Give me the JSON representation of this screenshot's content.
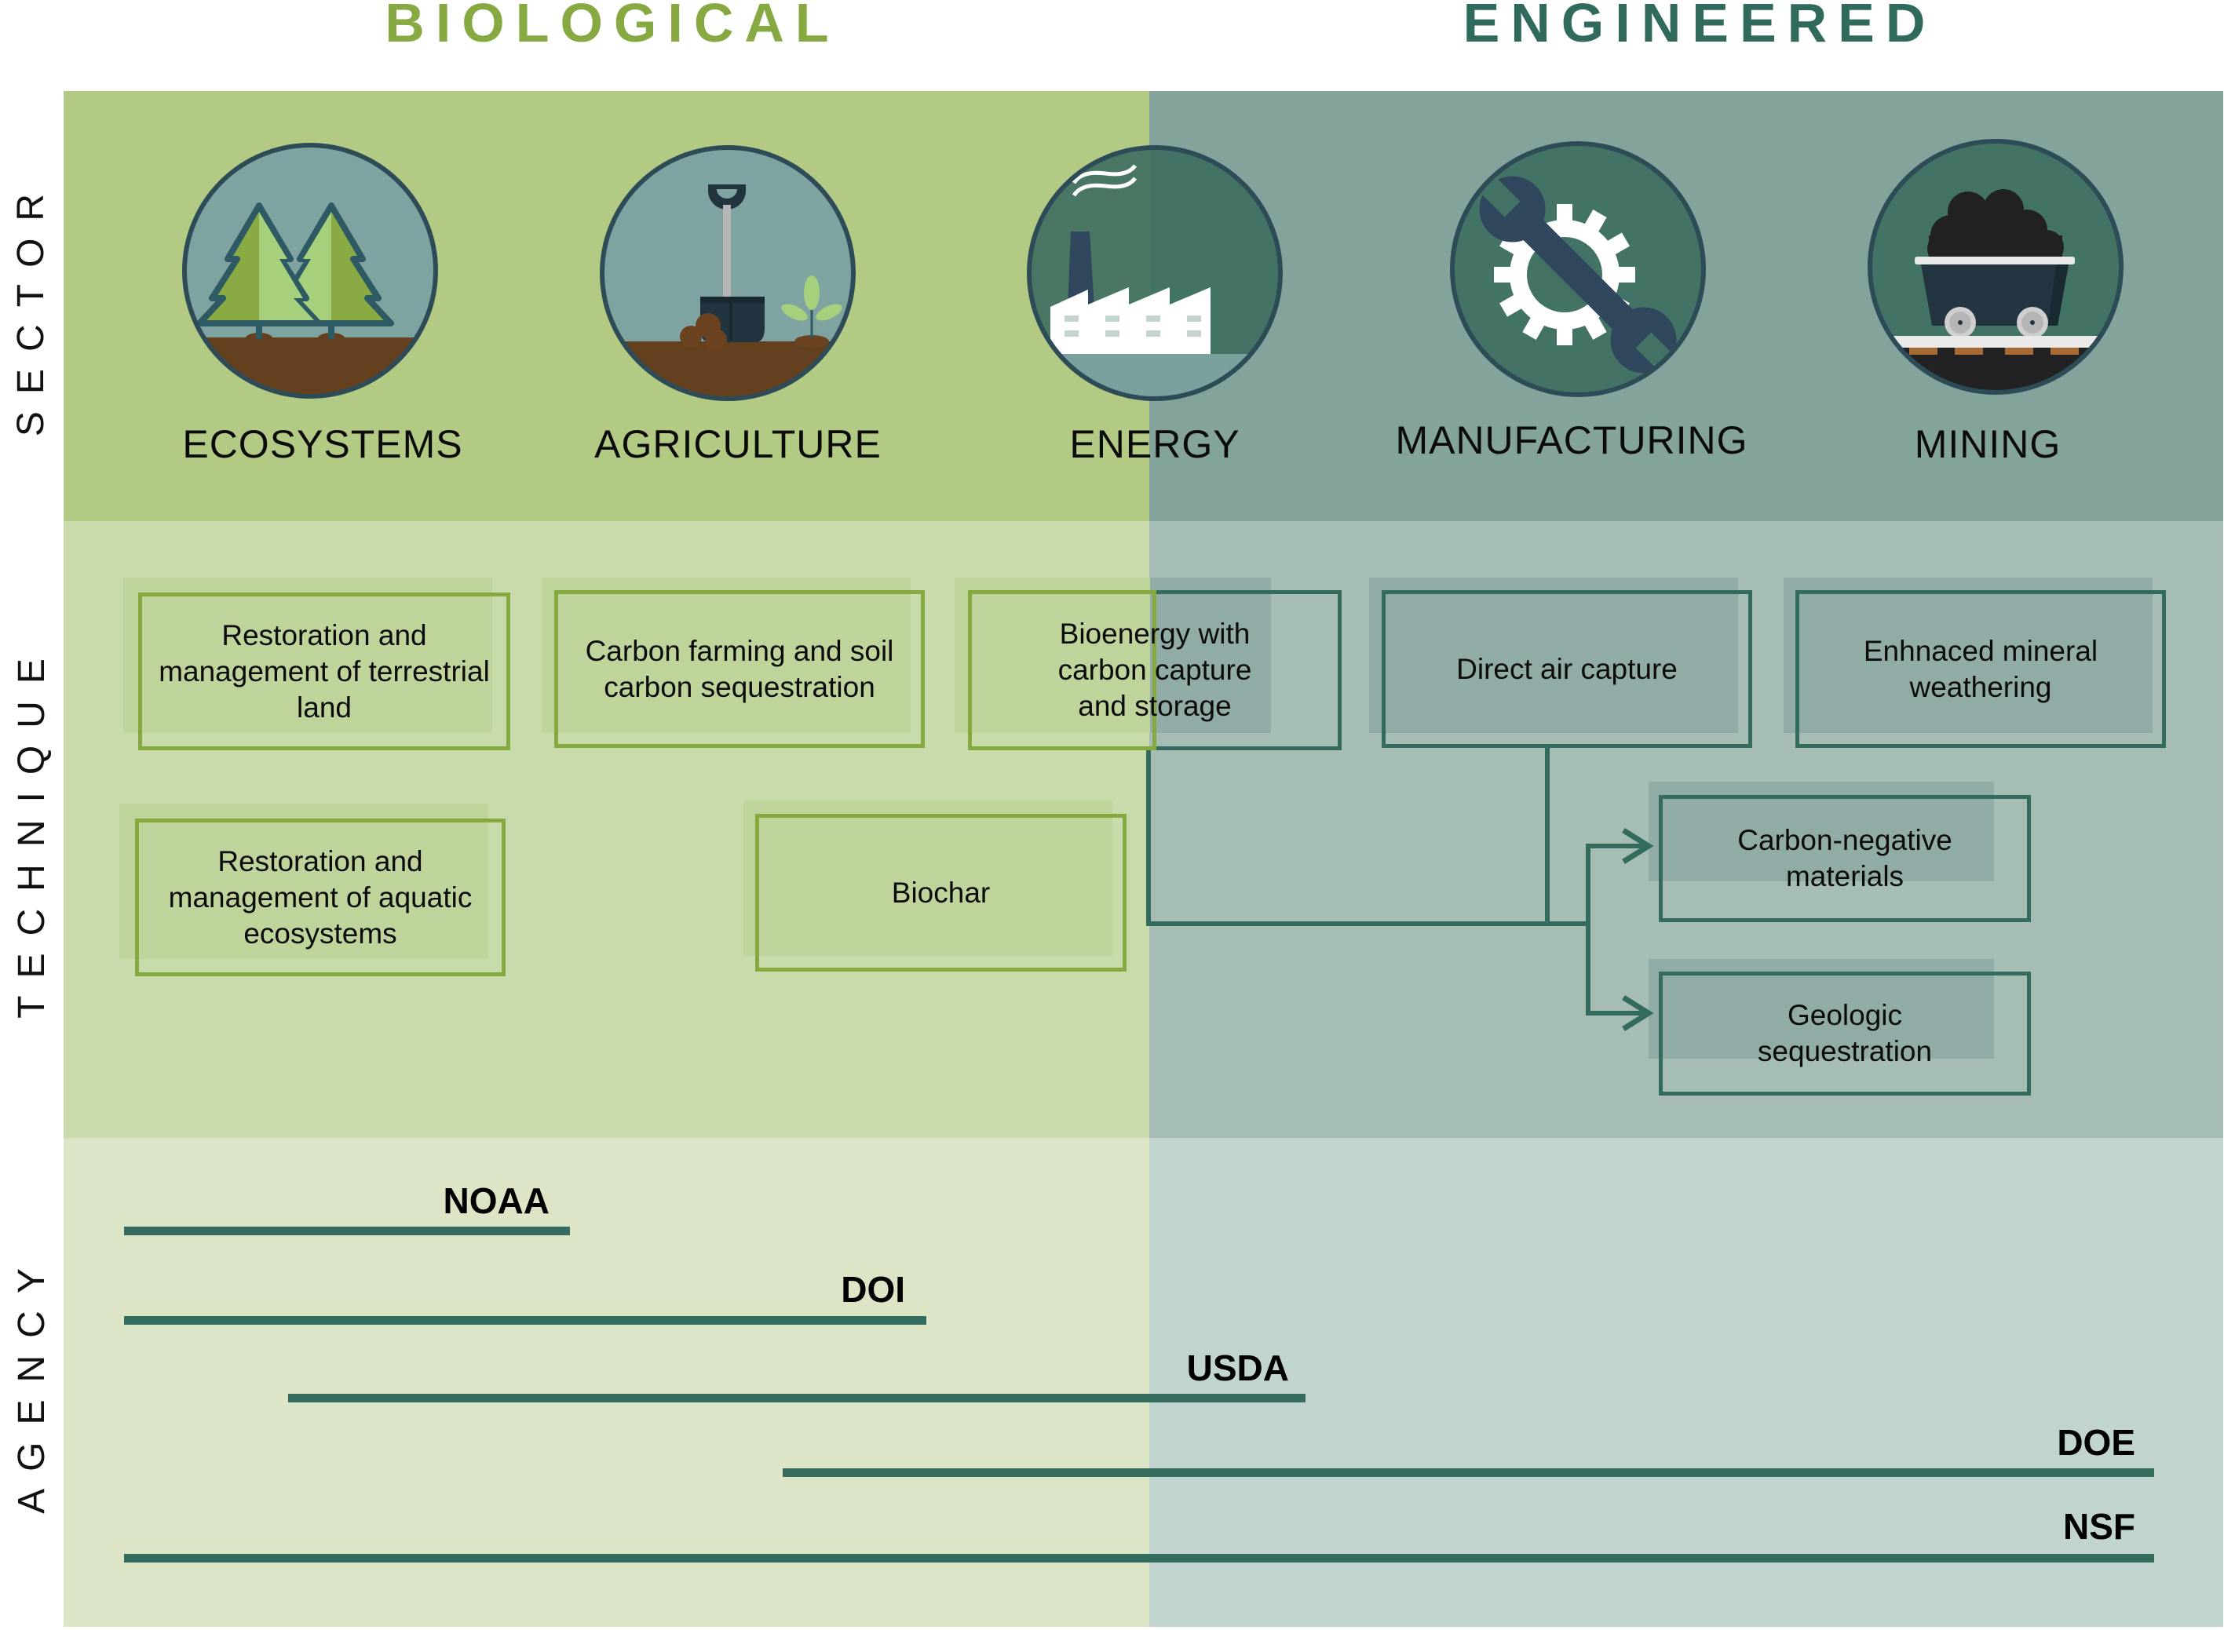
{
  "columns": {
    "biological": "BIOLOGICAL",
    "engineered": "ENGINEERED"
  },
  "rows": {
    "sector": "SECTOR",
    "technique": "TECHNIQUE",
    "agency": "AGENCY"
  },
  "colors": {
    "biological_accent": "#86a941",
    "engineered_accent": "#2f6a5c",
    "connector": "#336b5e"
  },
  "sectors": [
    {
      "label": "ECOSYSTEMS",
      "icon": "pine-trees-icon",
      "group": "biological"
    },
    {
      "label": "AGRICULTURE",
      "icon": "shovel-sprout-icon",
      "group": "biological"
    },
    {
      "label": "ENERGY",
      "icon": "factory-icon",
      "group": "both"
    },
    {
      "label": "MANUFACTURING",
      "icon": "gear-wrench-icon",
      "group": "engineered"
    },
    {
      "label": "MINING",
      "icon": "mine-cart-icon",
      "group": "engineered"
    }
  ],
  "techniques": [
    {
      "label": "Restoration and management of terrestrial land",
      "group": "biological"
    },
    {
      "label": "Carbon farming and soil carbon sequestration",
      "group": "biological"
    },
    {
      "label": "Bioenergy with carbon capture and storage",
      "group": "both"
    },
    {
      "label": "Direct air capture",
      "group": "engineered"
    },
    {
      "label": "Enhnaced mineral weathering",
      "group": "engineered"
    },
    {
      "label": "Restoration and management of aquatic ecosystems",
      "group": "biological"
    },
    {
      "label": "Biochar",
      "group": "biological"
    },
    {
      "label": "Carbon-negative materials",
      "group": "engineered"
    },
    {
      "label": "Geologic sequestration",
      "group": "engineered"
    }
  ],
  "flows": [
    {
      "from": [
        "Bioenergy with carbon capture and storage",
        "Direct air capture"
      ],
      "to": "Carbon-negative materials"
    },
    {
      "from": [
        "Bioenergy with carbon capture and storage",
        "Direct air capture"
      ],
      "to": "Geologic sequestration"
    }
  ],
  "agencies": [
    {
      "name": "NOAA",
      "span_start": "Ecosystems",
      "span_end": "Agriculture"
    },
    {
      "name": "DOI",
      "span_start": "Ecosystems",
      "span_end": "Biochar / Energy"
    },
    {
      "name": "USDA",
      "span_start": "Ecosystems",
      "span_end": "Energy"
    },
    {
      "name": "DOE",
      "span_start": "Agriculture",
      "span_end": "Mining"
    },
    {
      "name": "NSF",
      "span_start": "Ecosystems",
      "span_end": "Mining"
    }
  ]
}
